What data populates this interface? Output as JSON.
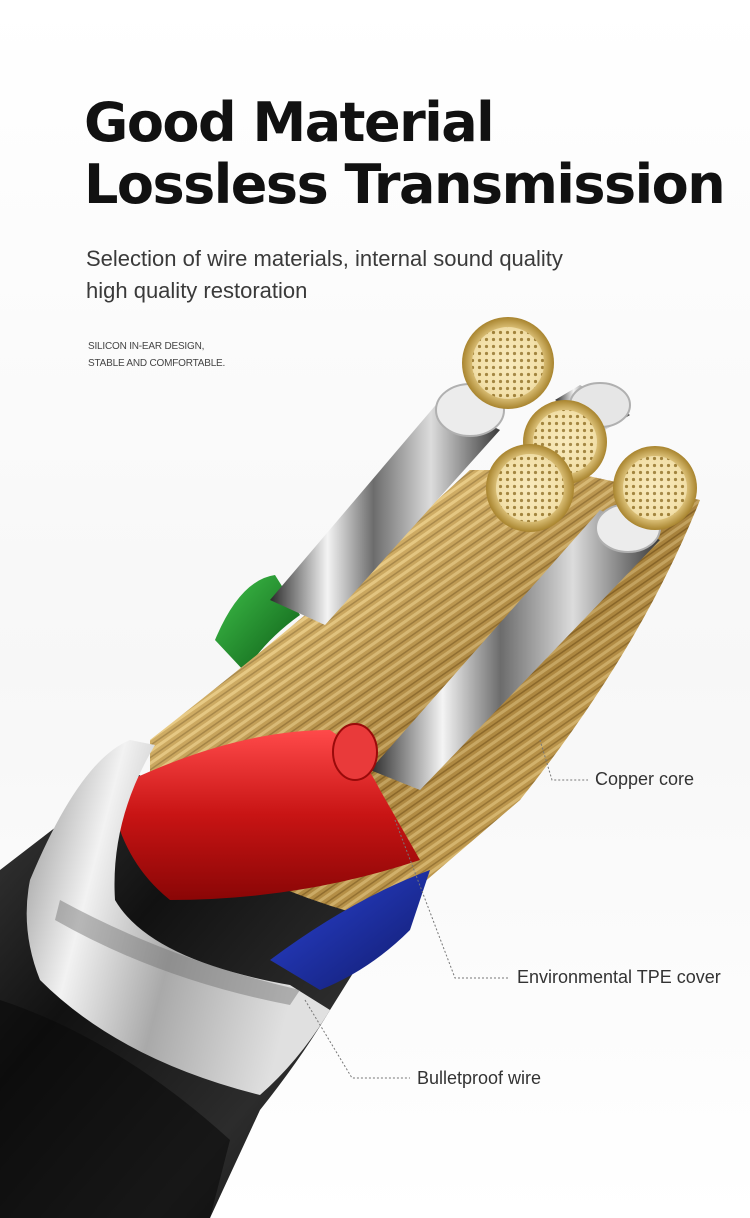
{
  "heading": {
    "line1": "Good Material",
    "line2": "Lossless Transmission"
  },
  "subheading": {
    "line1": "Selection of wire materials, internal sound quality",
    "line2": "high quality restoration"
  },
  "tagline": {
    "line1": "SILICON IN-EAR DESIGN,",
    "line2": "STABLE AND COMFORTABLE."
  },
  "callouts": {
    "copper_core": "Copper core",
    "tpe_cover": "Environmental TPE cover",
    "bulletproof": "Bulletproof wire"
  },
  "colors": {
    "jacket": "#151515",
    "shield": "#c9c9c9",
    "copper": "#c9a45a",
    "red": "#d21f1f",
    "blue": "#1d2fa0",
    "green": "#1f8a2a"
  }
}
